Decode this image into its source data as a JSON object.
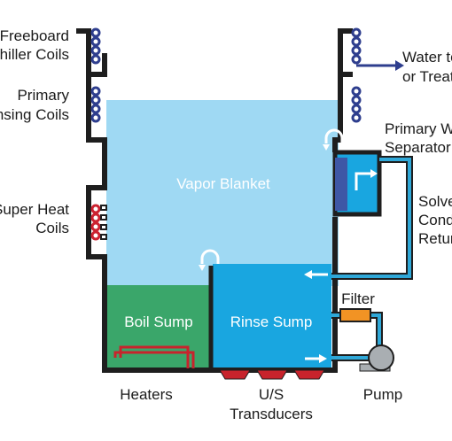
{
  "diagram": {
    "labels": {
      "freeboard": [
        "Freeboard",
        "Chiller Coils"
      ],
      "primary_condensing": [
        "Primary",
        "Condensing Coils"
      ],
      "super_heat": [
        "Super Heat",
        "Coils"
      ],
      "water_to": [
        "Water to",
        "or Treatment"
      ],
      "primary_water_separator": [
        "Primary Water",
        "Separator"
      ],
      "solvent_condensate_return": [
        "Solvent",
        "Condensate",
        "Return"
      ],
      "vapor_blanket": "Vapor Blanket",
      "boil_sump": "Boil Sump",
      "rinse_sump": "Rinse Sump",
      "filter": "Filter",
      "heaters": "Heaters",
      "us_transducers": [
        "U/S",
        "Transducers"
      ],
      "pump": "Pump"
    },
    "colors": {
      "wall": "#1e1e1e",
      "vapor": "#9fd9f3",
      "boil_liquid": "#3aa66a",
      "rinse_liquid": "#19a6e0",
      "coil_blue": "#2e3e8e",
      "coil_red": "#cc2230",
      "pipe": "#2fa8d8",
      "filter": "#f29324",
      "heater": "#c8232c",
      "transducer": "#c8232c",
      "pump": "#a9aeb2",
      "arrow": "#ffffff",
      "outlet_arrow": "#2e3e8e"
    },
    "icons": [
      "flow-arrow-icon",
      "pump-icon",
      "filter-icon",
      "heater-element-icon",
      "coil-icon"
    ]
  }
}
